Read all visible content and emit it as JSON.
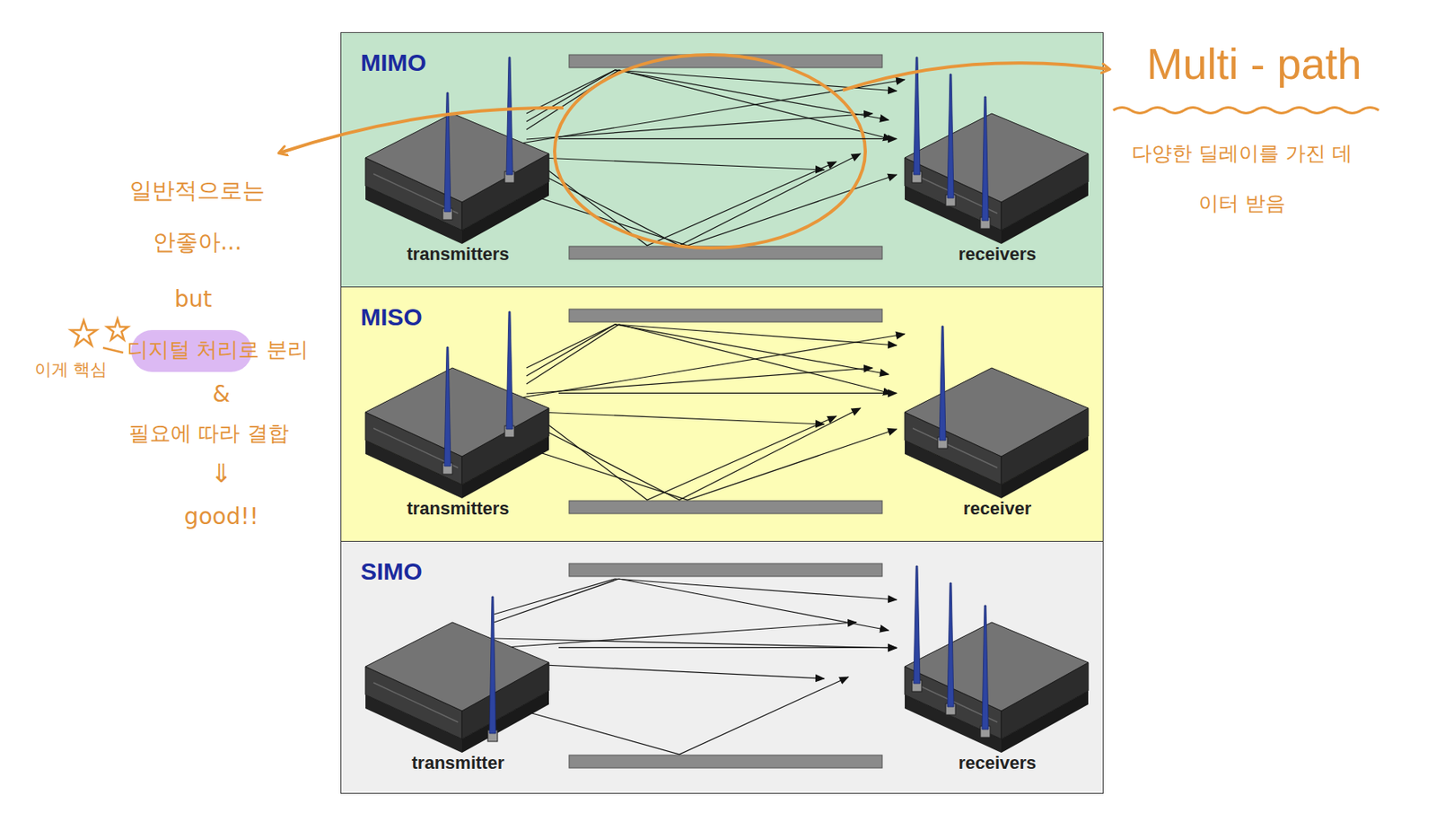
{
  "diagram": {
    "nodes": [
      {
        "text": [
          "MIMO"
        ]
      },
      {
        "text": [
          "transmitters"
        ],
        "in": 0
      },
      {
        "text": [
          "receivers"
        ],
        "in": 0
      },
      {
        "text": [
          "MISO"
        ]
      },
      {
        "text": [
          "transmitters"
        ],
        "in": 3
      },
      {
        "text": [
          "receiver"
        ],
        "in": 3
      },
      {
        "text": [
          "SIMO"
        ]
      },
      {
        "text": [
          "transmitter"
        ],
        "in": 6
      },
      {
        "text": [
          "receivers"
        ],
        "in": 6
      }
    ],
    "edges": [
      {
        "from": 1,
        "to": 2,
        "arrow": "to"
      },
      {
        "from": 4,
        "to": 5,
        "arrow": "to"
      },
      {
        "from": 7,
        "to": 8,
        "arrow": "to"
      }
    ],
    "labels": [
      "Multi - path",
      "다양한 딜레이를 가진 데이터 받음",
      "일반적으로는 안좋아...",
      "but",
      "이게 핵심",
      "디지털 처리로 분리",
      "&",
      "필요에 따라 결합",
      "⇓",
      "good!!"
    ]
  }
}
